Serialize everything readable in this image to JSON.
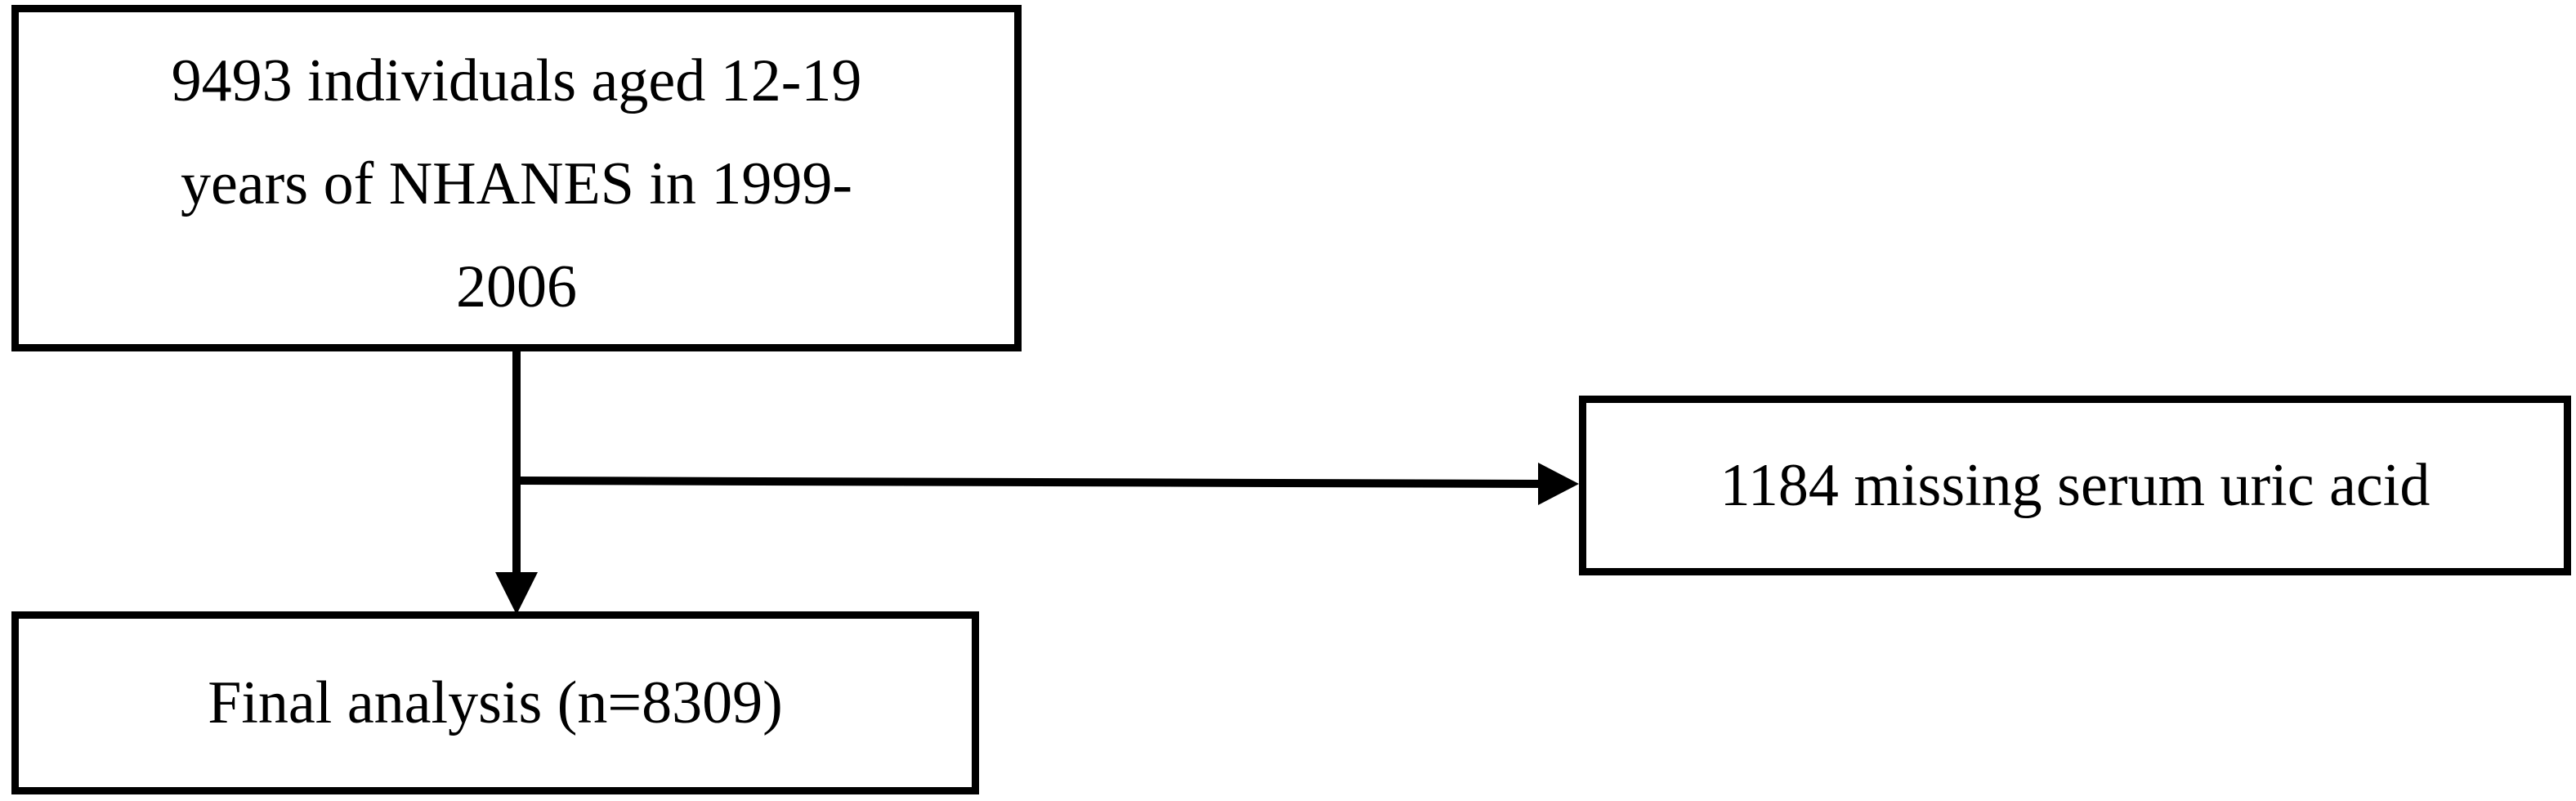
{
  "flowchart": {
    "start_box": {
      "text": "9493 individuals  aged 12-19\nyears of NHANES in 1999-\n2006"
    },
    "exclusion_box": {
      "text": "1184 missing  serum uric  acid"
    },
    "final_box": {
      "text": "Final  analysis  (n=8309)"
    }
  }
}
